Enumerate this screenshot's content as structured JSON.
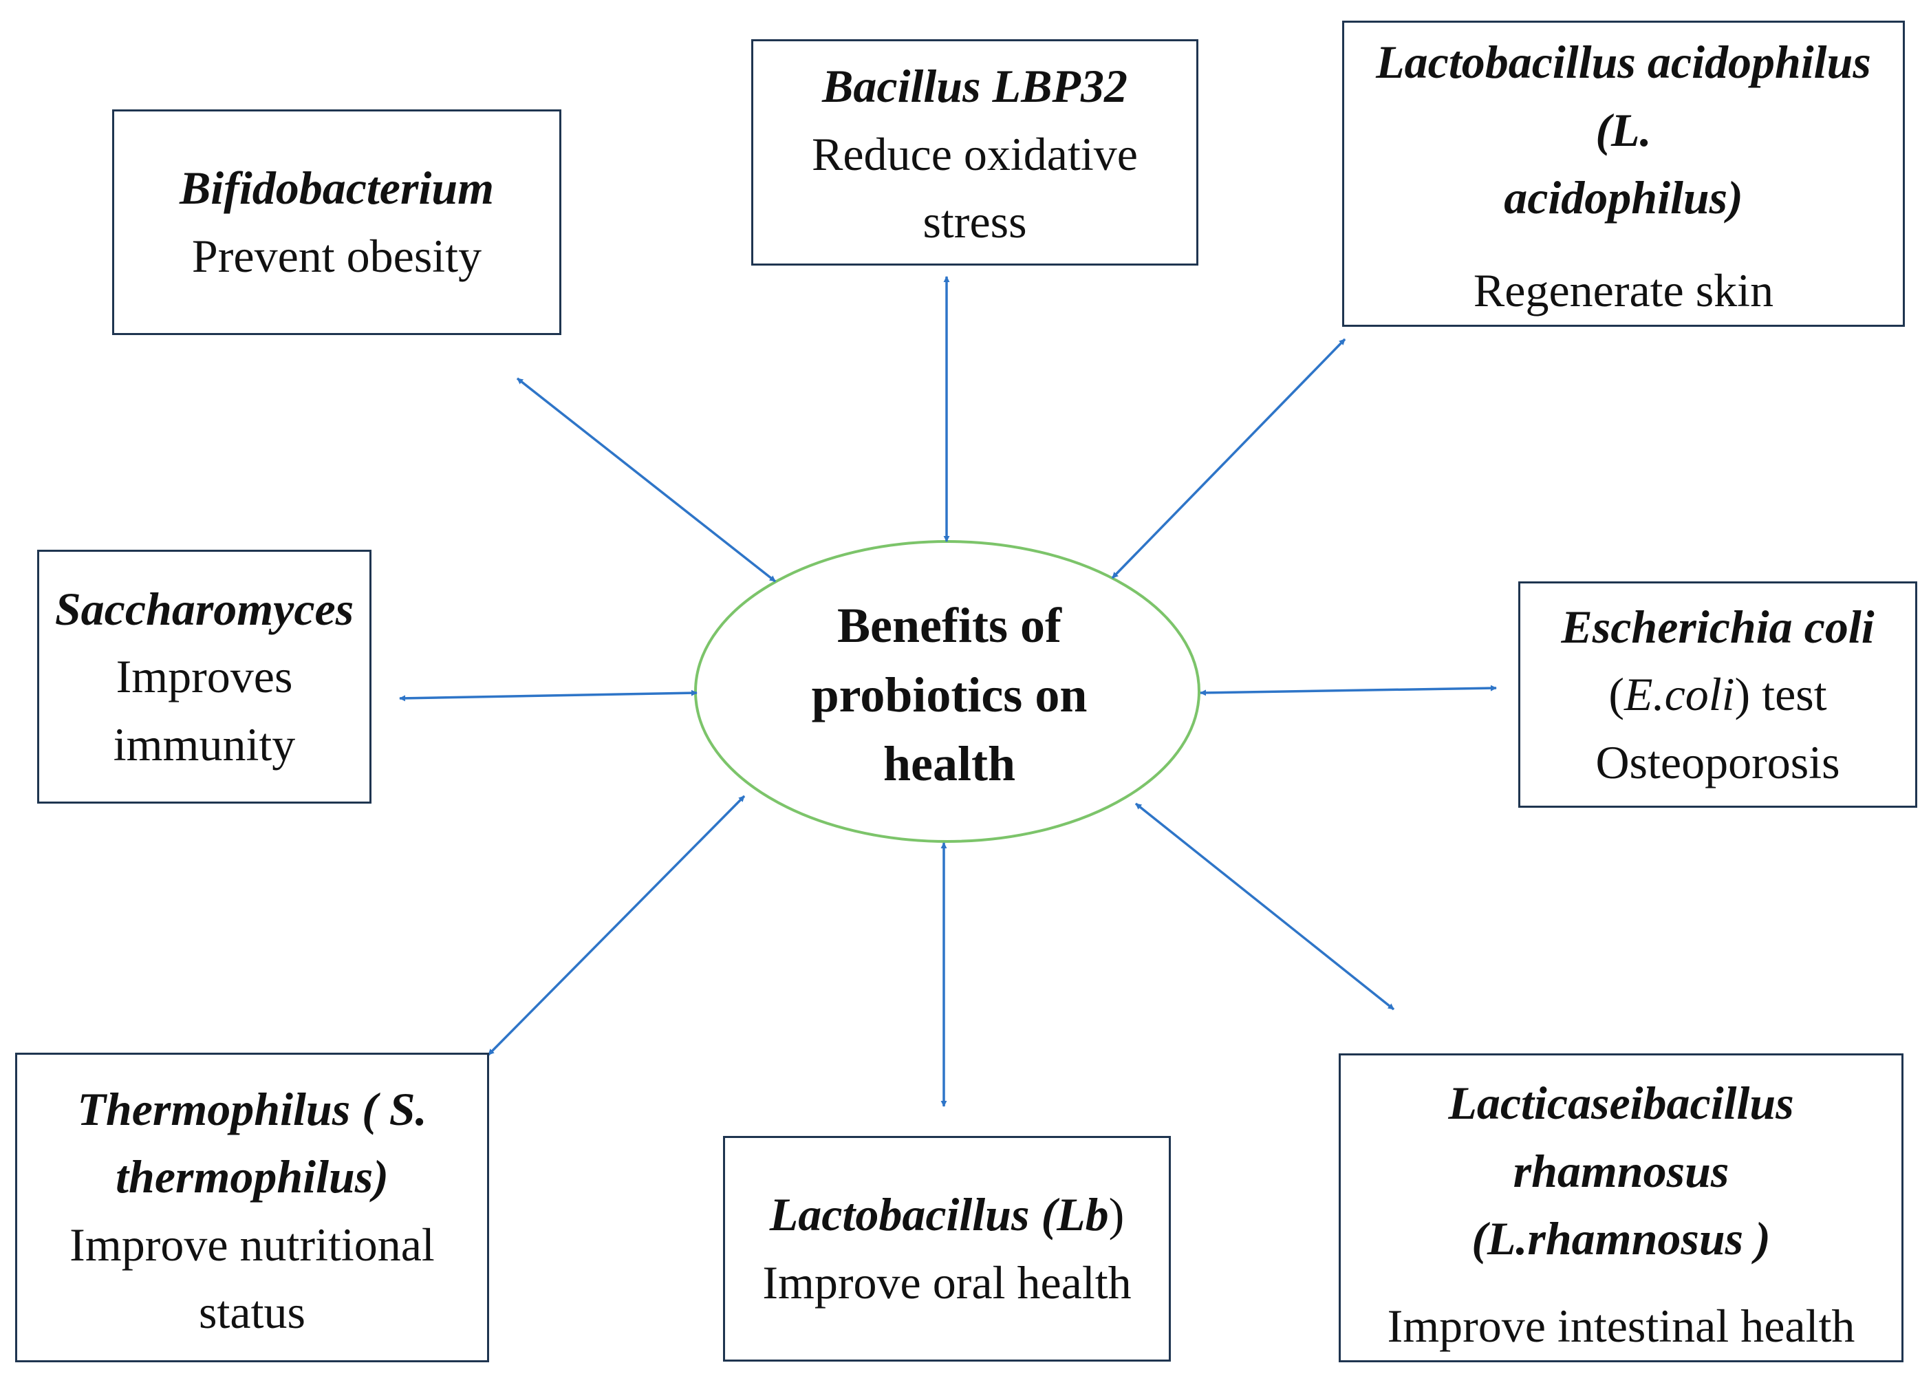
{
  "diagram": {
    "center": {
      "lines": [
        "Benefits of",
        "probiotics on",
        "health"
      ]
    },
    "bifidobacterium": {
      "name": "Bifidobacterium",
      "effect": "Prevent obesity"
    },
    "bacillus": {
      "name": "Bacillus LBP32",
      "effect_lines": [
        "Reduce oxidative",
        "stress"
      ]
    },
    "acidophilus": {
      "name_lines": [
        "Lactobacillus acidophilus (L.",
        "acidophilus)"
      ],
      "effect": "Regenerate skin"
    },
    "saccharomyces": {
      "name": "Saccharomyces",
      "effect_lines": [
        "Improves",
        "immunity"
      ]
    },
    "ecoli": {
      "name": "Escherichia coli",
      "abbr_open": "(",
      "abbr": "E.coli",
      "abbr_close": ") test",
      "effect": "Osteoporosis"
    },
    "thermophilus": {
      "name_lines": [
        "Thermophilus ( S.",
        "thermophilus)"
      ],
      "effect": "Improve nutritional status"
    },
    "lactobacillus": {
      "name": "Lactobacillus (Lb",
      "name_close": ")",
      "effect": "Improve oral health"
    },
    "rhamnosus": {
      "name_lines": [
        "Lacticaseibacillus rhamnosus",
        "(L.rhamnosus )"
      ],
      "effect": "Improve intestinal health"
    },
    "colors": {
      "arrow": "#2e75c8",
      "ellipse": "#7cc46a",
      "box_border": "#1f3550"
    }
  }
}
